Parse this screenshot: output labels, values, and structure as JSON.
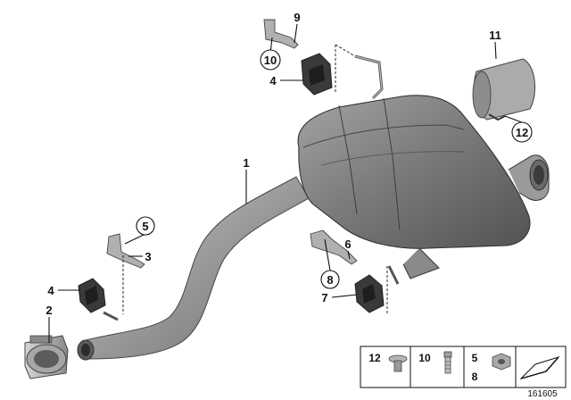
{
  "callouts": {
    "c1": "1",
    "c2": "2",
    "c3": "3",
    "c4a": "4",
    "c4b": "4",
    "c5": "5",
    "c6": "6",
    "c7": "7",
    "c8": "8",
    "c9": "9",
    "c10": "10",
    "c11": "11",
    "c12": "12"
  },
  "legend": {
    "item_12": "12",
    "item_10": "10",
    "item_5": "5",
    "item_8": "8"
  },
  "diagram_id": "161605"
}
